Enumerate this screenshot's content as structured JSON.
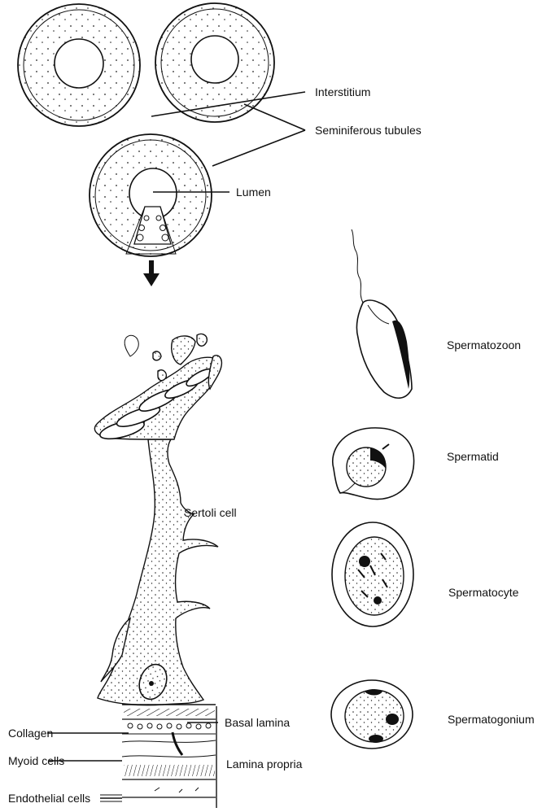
{
  "labels": {
    "interstitium": "Interstitium",
    "seminiferous_tubules": "Seminiferous tubules",
    "lumen": "Lumen",
    "sertoli_cell": "Sertoli cell",
    "spermatozoon": "Spermatozoon",
    "spermatid": "Spermatid",
    "spermatocyte": "Spermatocyte",
    "spermatogonium": "Spermatogonium",
    "collagen": "Collagen",
    "myoid_cells": "Myoid cells",
    "endothelial_cells": "Endothelial cells",
    "basal_lamina": "Basal lamina",
    "lamina_propria": "Lamina propria"
  }
}
